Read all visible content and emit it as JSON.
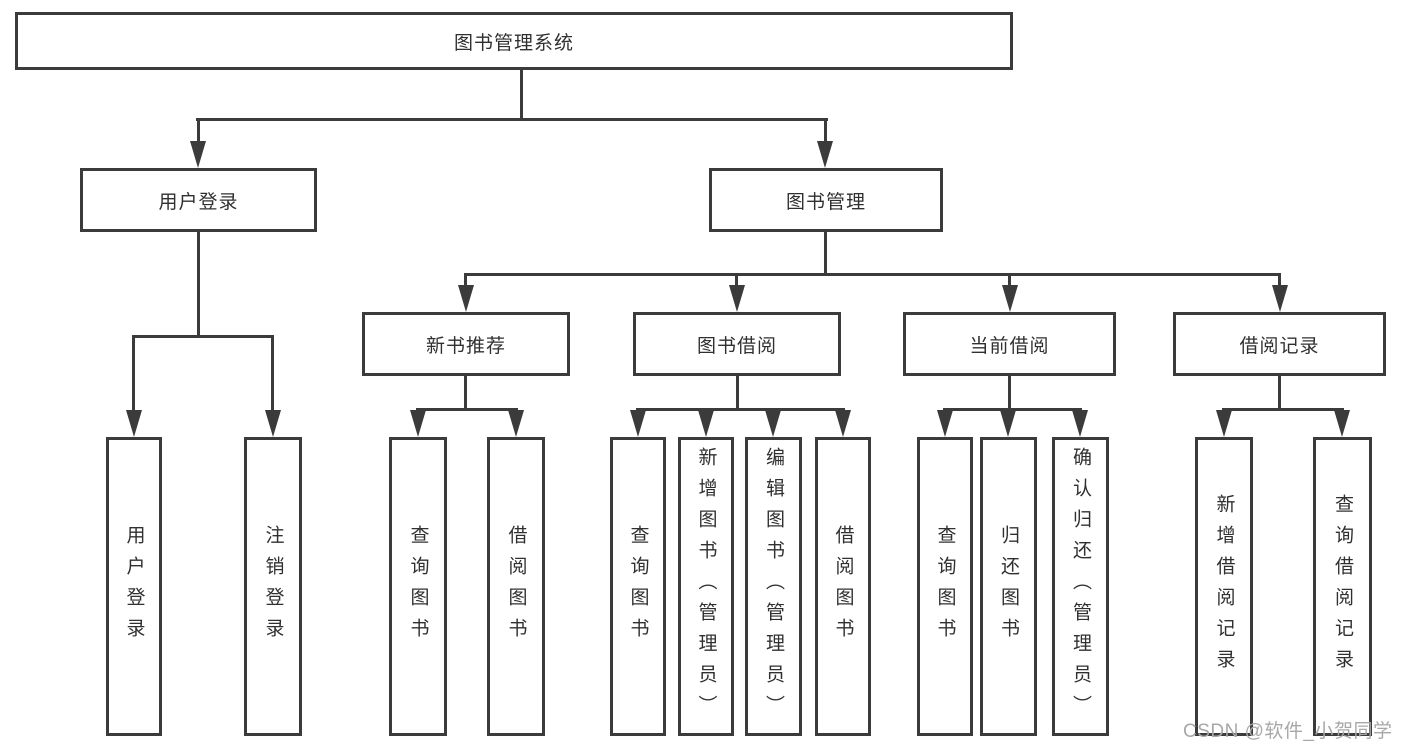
{
  "tree": {
    "root": {
      "label": "图书管理系统",
      "children": [
        {
          "label": "用户登录",
          "children": [
            {
              "label": "用户登录"
            },
            {
              "label": "注销登录"
            }
          ]
        },
        {
          "label": "图书管理",
          "children": [
            {
              "label": "新书推荐",
              "children": [
                {
                  "label": "查询图书"
                },
                {
                  "label": "借阅图书"
                }
              ]
            },
            {
              "label": "图书借阅",
              "children": [
                {
                  "label": "查询图书"
                },
                {
                  "label": "新增图书（管理员）"
                },
                {
                  "label": "编辑图书（管理员）"
                },
                {
                  "label": "借阅图书"
                }
              ]
            },
            {
              "label": "当前借阅",
              "children": [
                {
                  "label": "查询图书"
                },
                {
                  "label": "归还图书"
                },
                {
                  "label": "确认归还（管理员）"
                }
              ]
            },
            {
              "label": "借阅记录",
              "children": [
                {
                  "label": "新增借阅记录"
                },
                {
                  "label": "查询借阅记录"
                }
              ]
            }
          ]
        }
      ]
    }
  },
  "watermark": {
    "text": "CSDN @软件_小贺同学"
  },
  "colors": {
    "line": "#3b3b3b",
    "text": "#303030",
    "watermark": "#a8a8a8",
    "background": "#ffffff"
  }
}
